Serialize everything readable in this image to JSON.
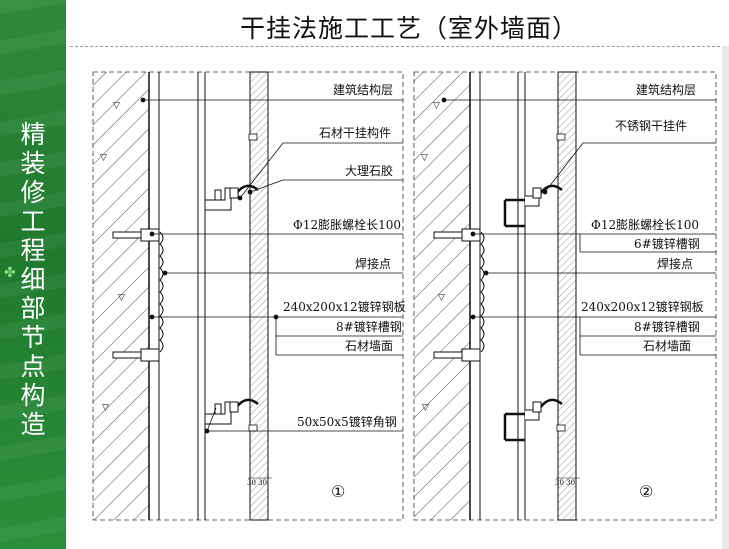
{
  "page": {
    "title": "干挂法施工工艺（室外墙面）",
    "sidebar_title": "精装修工程细部节点构造"
  },
  "detail_1": {
    "number": "①",
    "labels": {
      "structure": "建筑结构层",
      "hanger": "石材干挂构件",
      "glue": "大理石胶",
      "bolt": "Φ12膨胀螺栓长100",
      "weld": "焊接点",
      "plate": "240x200x12镀锌钢板",
      "channel": "8#镀锌槽钢",
      "stone": "石材墙面",
      "angle": "50x50x5镀锌角钢"
    },
    "dim": "30 30"
  },
  "detail_2": {
    "number": "②",
    "labels": {
      "structure": "建筑结构层",
      "hanger": "不锈钢干挂件",
      "bolt": "Φ12膨胀螺栓长100",
      "channel6": "6#镀锌槽钢",
      "weld": "焊接点",
      "plate": "240x200x12镀锌钢板",
      "channel8": "8#镀锌槽钢",
      "stone": "石材墙面"
    },
    "dim": "30 30"
  },
  "colors": {
    "sidebar": "#1f7a2e",
    "line": "#111111"
  }
}
